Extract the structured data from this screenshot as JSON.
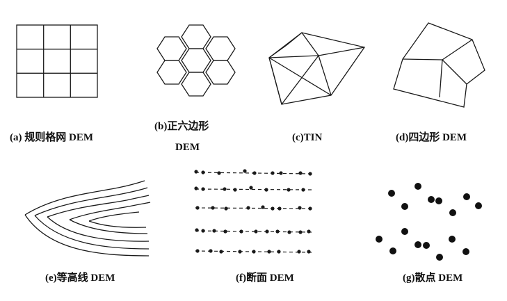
{
  "captions": {
    "a": "(a)  规则格网 DEM",
    "b_line1": "(b)正六边形",
    "b_line2": "DEM",
    "c": "(c)TIN",
    "d": "(d)四边形 DEM",
    "e": "(e)等高线 DEM",
    "f": "(f)断面 DEM",
    "g": "(g)散点 DEM"
  },
  "colors": {
    "ink": "#1a1a1a",
    "background": "#ffffff"
  }
}
